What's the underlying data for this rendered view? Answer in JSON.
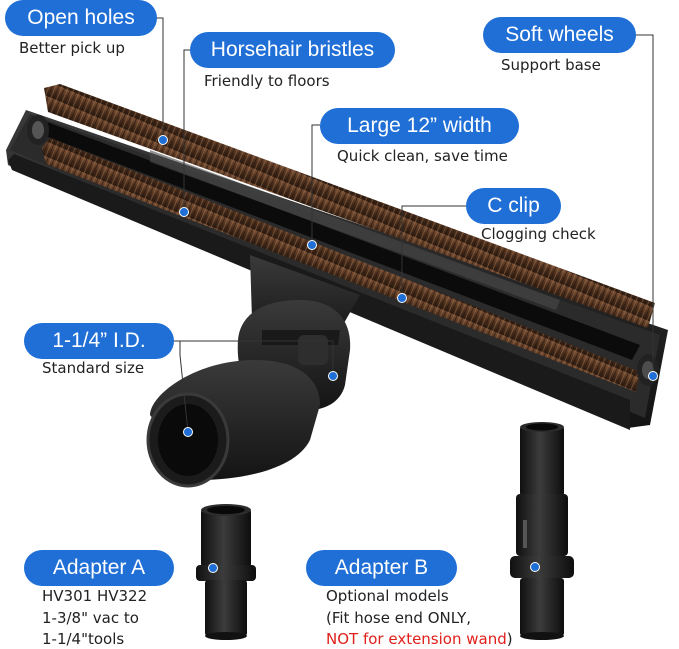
{
  "brand_color": "#1f6fd6",
  "warning_color": "#e0201b",
  "callouts": {
    "open_holes": {
      "title": "Open holes",
      "subtitle": "Better pick up"
    },
    "horsehair_bristles": {
      "title": "Horsehair bristles",
      "subtitle": "Friendly to floors"
    },
    "soft_wheels": {
      "title": "Soft wheels",
      "subtitle": "Support base"
    },
    "large_width": {
      "title": "Large 12” width",
      "subtitle": "Quick clean, save time"
    },
    "c_clip": {
      "title": "C clip",
      "subtitle": "Clogging check"
    },
    "inner_diameter": {
      "title": "1-1/4” I.D.",
      "subtitle": "Standard size"
    },
    "adapter_a": {
      "title": "Adapter A",
      "lines": [
        "HV301 HV322",
        "1-3/8\" vac to",
        "1-1/4\"tools"
      ]
    },
    "adapter_b": {
      "title": "Adapter B",
      "lines": [
        "Optional models",
        "(Fit hose end ONLY,"
      ],
      "warning": "NOT for extension wand",
      "warning_end": ")"
    }
  },
  "icons": [
    "horsehair-brush-head",
    "swivel-neck",
    "adapter-a-coupler",
    "adapter-b-coupler",
    "callout-marker"
  ]
}
